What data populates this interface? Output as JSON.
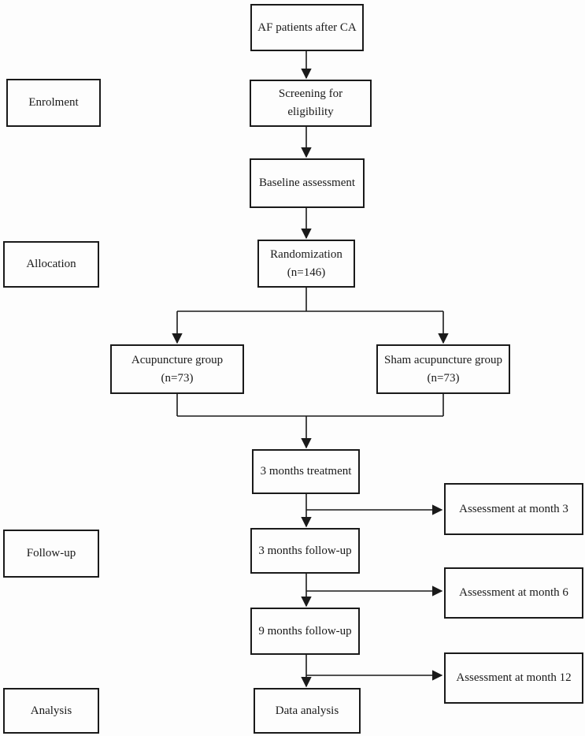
{
  "diagram": {
    "type": "clinical-trial-flowchart",
    "colors": {
      "line": "#1a1a1a",
      "box_border": "#1a1a1a",
      "box_fill": "#fdfdfd",
      "text": "#1a1a1a",
      "background": "#fdfdfd"
    },
    "stage_labels": {
      "enrolment": {
        "label": "Enrolment"
      },
      "allocation": {
        "label": "Allocation"
      },
      "followup": {
        "label": "Follow-up"
      },
      "analysis": {
        "label": "Analysis"
      }
    },
    "nodes": {
      "af_patients": {
        "label": "AF patients after CA"
      },
      "screening": {
        "label": "Screening for eligibility"
      },
      "baseline": {
        "label": "Baseline assessment"
      },
      "randomization": {
        "line1": "Randomization",
        "line2": "(n=146)"
      },
      "acupuncture": {
        "line1": "Acupuncture group",
        "line2": "(n=73)"
      },
      "sham": {
        "line1": "Sham acupuncture group",
        "line2": "(n=73)"
      },
      "treatment3": {
        "label": "3 months treatment"
      },
      "followup3": {
        "label": "3 months follow-up"
      },
      "followup9": {
        "label": "9 months follow-up"
      },
      "data_analysis": {
        "label": "Data analysis"
      },
      "assess3": {
        "label": "Assessment at month 3"
      },
      "assess6": {
        "label": "Assessment at month 6"
      },
      "assess12": {
        "label": "Assessment at month 12"
      }
    }
  }
}
